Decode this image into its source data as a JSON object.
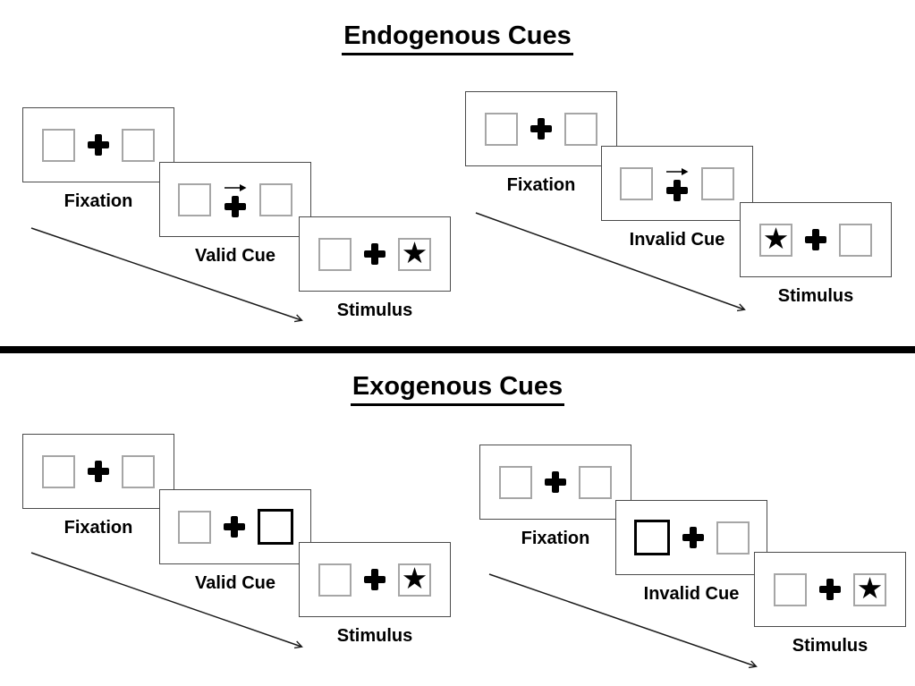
{
  "titles": {
    "endogenous": "Endogenous Cues",
    "exogenous": "Exogenous Cues"
  },
  "labels": {
    "fixation": "Fixation",
    "valid_cue": "Valid Cue",
    "invalid_cue": "Invalid Cue",
    "stimulus": "Stimulus"
  },
  "glyphs": {
    "star": "★"
  },
  "colors": {
    "background": "#ffffff",
    "panel_border": "#4a4a4a",
    "square_border": "#a6a6a6",
    "ink": "#000000"
  },
  "sequences": [
    {
      "section": "Endogenous Cues",
      "type": "valid",
      "steps": [
        "Fixation",
        "Valid Cue",
        "Stimulus"
      ],
      "cue_icon": "right-arrow-above-cross",
      "stimulus_side": "right"
    },
    {
      "section": "Endogenous Cues",
      "type": "invalid",
      "steps": [
        "Fixation",
        "Invalid Cue",
        "Stimulus"
      ],
      "cue_icon": "right-arrow-above-cross",
      "stimulus_side": "left"
    },
    {
      "section": "Exogenous Cues",
      "type": "valid",
      "steps": [
        "Fixation",
        "Valid Cue",
        "Stimulus"
      ],
      "cue_icon": "bold-box-right",
      "stimulus_side": "right"
    },
    {
      "section": "Exogenous Cues",
      "type": "invalid",
      "steps": [
        "Fixation",
        "Invalid Cue",
        "Stimulus"
      ],
      "cue_icon": "bold-box-left",
      "stimulus_side": "right"
    }
  ]
}
